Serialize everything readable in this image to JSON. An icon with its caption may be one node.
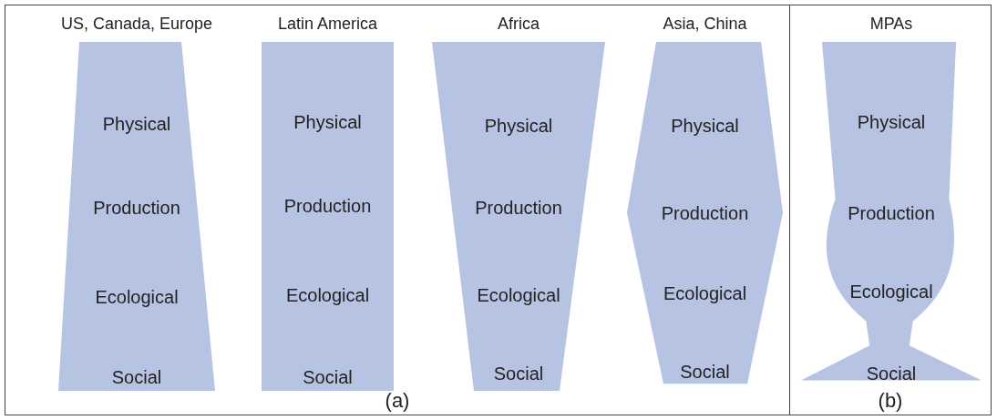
{
  "diagram": {
    "nodes": [
      {
        "text": [
          "(a)"
        ]
      },
      {
        "text": [
          "US, Canada, Europe",
          "Physical",
          "Production",
          "Ecological",
          "Social"
        ],
        "in": 0
      },
      {
        "text": [
          "Latin America",
          "Physical",
          "Production",
          "Ecological",
          "Social"
        ],
        "in": 0
      },
      {
        "text": [
          "Africa",
          "Physical",
          "Production",
          "Ecological",
          "Social"
        ],
        "in": 0
      },
      {
        "text": [
          "Asia, China",
          "Physical",
          "Production",
          "Ecological",
          "Social"
        ],
        "in": 0
      },
      {
        "text": [
          "(b)"
        ]
      },
      {
        "text": [
          "MPAs",
          "Physical",
          "Production",
          "Ecological",
          "Social"
        ],
        "in": 5
      }
    ],
    "edges": []
  }
}
